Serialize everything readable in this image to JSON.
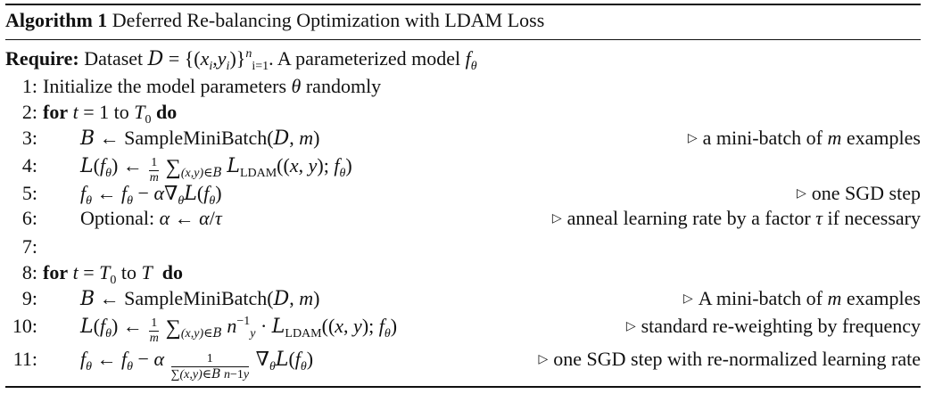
{
  "algorithm": {
    "label": "Algorithm 1",
    "title": "Deferred Re-balancing Optimization with LDAM Loss",
    "require_label": "Require:",
    "keyword_for": "for",
    "keyword_to": "to",
    "keyword_do": "do",
    "comment_marker": "▷",
    "lines": [
      {
        "no": "1:",
        "text": "Initialize the model parameters θ randomly"
      },
      {
        "no": "2:",
        "text": "for t = 1 to T0 do"
      },
      {
        "no": "3:",
        "text": "B ← SampleMiniBatch(D, m)",
        "comment": "a mini-batch of m examples"
      },
      {
        "no": "4:",
        "text": "L(fθ) ← 1/m Σ(x,y)∈B LLDAM((x, y); fθ)"
      },
      {
        "no": "5:",
        "text": "fθ ← fθ − α∇θL(fθ)",
        "comment": "one SGD step"
      },
      {
        "no": "6:",
        "text": "Optional: α ← α/τ",
        "comment": "anneal learning rate by a factor τ if necessary"
      },
      {
        "no": "7:",
        "text": ""
      },
      {
        "no": "8:",
        "text": "for t = T0 to T do"
      },
      {
        "no": "9:",
        "text": "B ← SampleMiniBatch(D, m)",
        "comment": "A mini-batch of m examples"
      },
      {
        "no": "10:",
        "text": "L(fθ) ← 1/m Σ(x,y)∈B ny^−1 · LLDAM((x, y); fθ)",
        "comment": "standard re-weighting by frequency"
      },
      {
        "no": "11:",
        "text": "fθ ← fθ − α 1/(Σ(x,y)∈B ny^−1) ∇θL(fθ)",
        "comment": "one SGD step with re-normalized learning rate"
      }
    ],
    "tokens": {
      "theta": "θ",
      "t": "t",
      "T": "T",
      "zero": "0",
      "one": "1",
      "m": "m",
      "n": "n",
      "i": "i",
      "y": "y",
      "calB": "B",
      "calD": "D",
      "calL": "L",
      "f": "f",
      "alpha": "α",
      "tau": "τ",
      "nabla": "∇",
      "larrow": "←",
      "minus": "−",
      "slash": "/",
      "equals": "=",
      "cdot": "·",
      "sum": "∑",
      "elem": "∈",
      "comma": ",",
      "semicolon": ";",
      "lparen": "(",
      "rparen": ")",
      "lbrace": "{",
      "rbrace": "}",
      "xi": "x",
      "yi": "y",
      "invexp": "−1",
      "ldam": "LDAM",
      "samplemb": "SampleMiniBatch",
      "optional": "Optional:",
      "x": "x",
      "xy": "(x,y)",
      "idx_i1": "i=1",
      "dataset_label": "Dataset",
      "model_label": ". A parameterized model",
      "init_text": "Initialize the model parameters",
      "init_tail": "randomly"
    },
    "comment_text": {
      "c3": "a mini-batch of",
      "c3b": "examples",
      "c5": "one SGD step",
      "c6": "anneal learning rate by a factor",
      "c6b": "if necessary",
      "c9": "A mini-batch of",
      "c9b": "examples",
      "c10": "standard re-weighting by frequency",
      "c11": "one SGD step with re-normalized learning rate"
    }
  }
}
